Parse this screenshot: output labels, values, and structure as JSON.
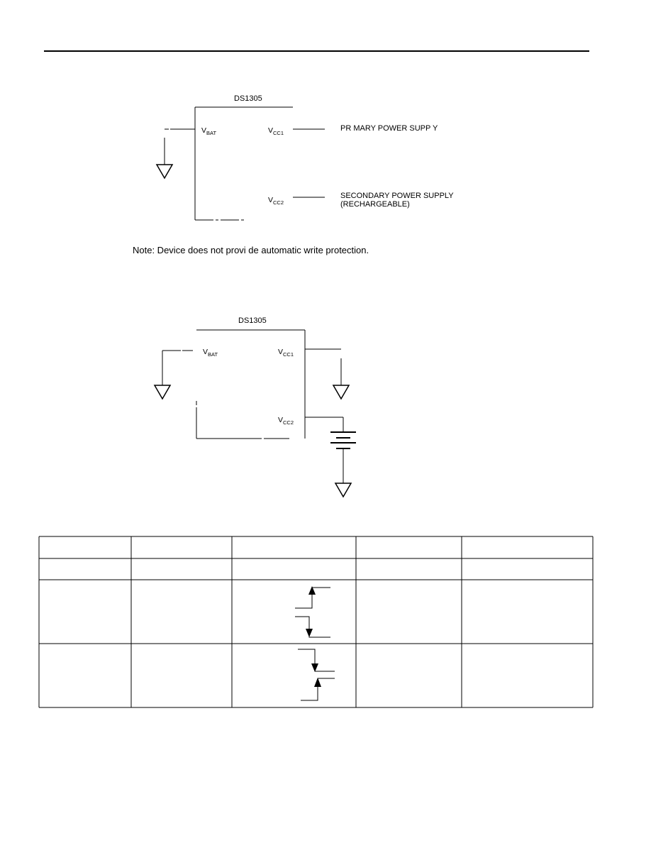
{
  "diagram1": {
    "chip_name": "DS1305",
    "pin_vbat": {
      "base": "V",
      "sub": "BAT"
    },
    "pin_vcc1": {
      "base": "V",
      "sub": "CC1"
    },
    "pin_vcc2": {
      "base": "V",
      "sub": "CC2"
    },
    "primary_supply": "PR MARY POWER SUPP Y",
    "secondary_supply_line1": "SECONDARY POWER SUPPLY",
    "secondary_supply_line2": "(RECHARGEABLE)",
    "note": "Note:  Device does not provi de automatic write protection."
  },
  "diagram2": {
    "chip_name": "DS1305",
    "pin_vbat": {
      "base": "V",
      "sub": "BAT"
    },
    "pin_vcc1": {
      "base": "V",
      "sub": "CC1"
    },
    "pin_vcc2": {
      "base": "V",
      "sub": "CC2"
    }
  },
  "table": {
    "columns": 5,
    "rows": 4
  }
}
